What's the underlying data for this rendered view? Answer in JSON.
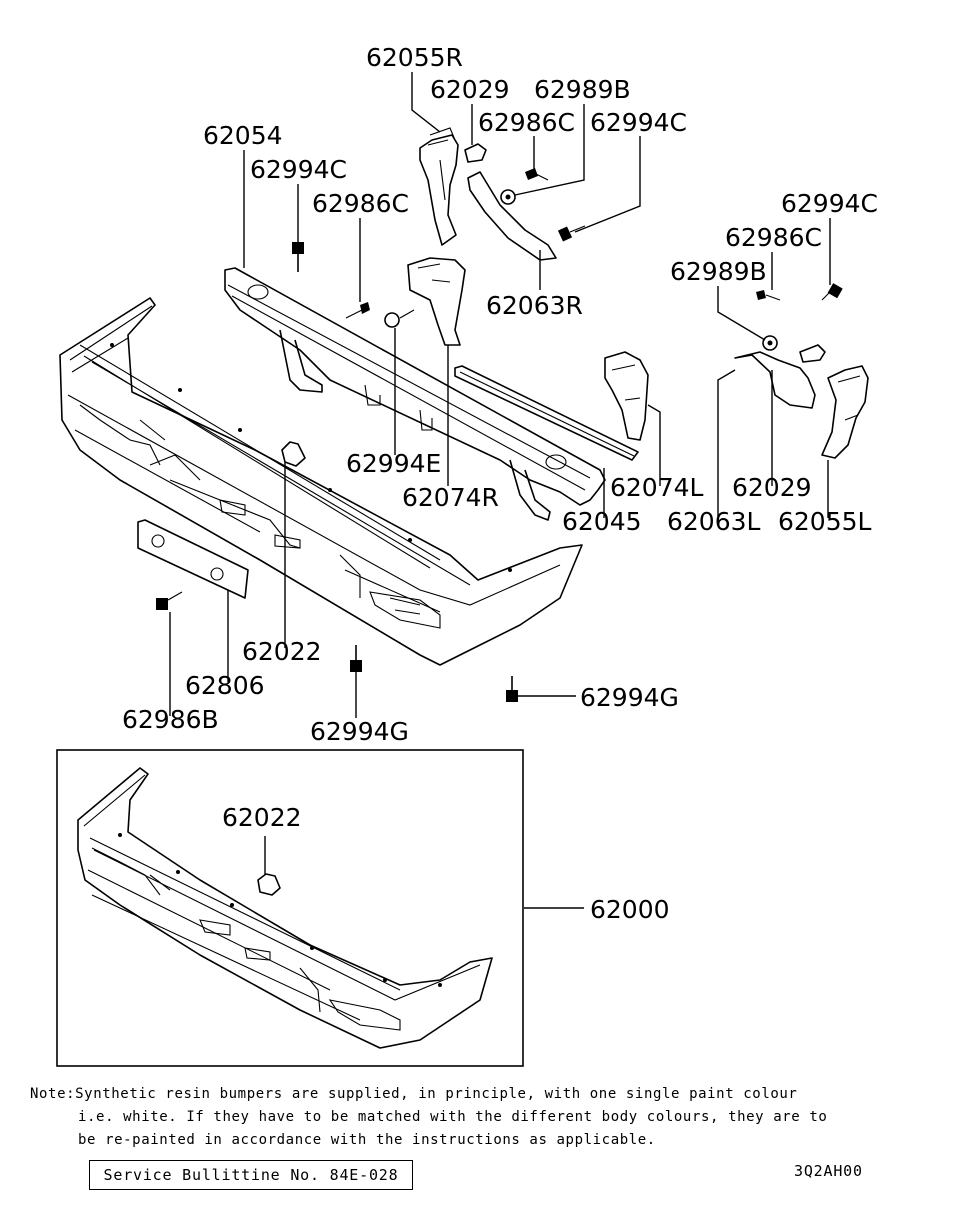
{
  "callouts": {
    "p62055R": "62055R",
    "p62029_top": "62029",
    "p62989B_top": "62989B",
    "p62986C_top": "62986C",
    "p62994C_top": "62994C",
    "p62054": "62054",
    "p62994C_left": "62994C",
    "p62986C_left": "62986C",
    "p62063R": "62063R",
    "p62994C_right": "62994C",
    "p62986C_right": "62986C",
    "p62989B_right": "62989B",
    "p62994E": "62994E",
    "p62074R": "62074R",
    "p62074L": "62074L",
    "p62029_right": "62029",
    "p62045": "62045",
    "p62063L": "62063L",
    "p62055L": "62055L",
    "p62022_top": "62022",
    "p62806": "62806",
    "p62986B": "62986B",
    "p62994G_center": "62994G",
    "p62994G_right": "62994G",
    "p62022_inset": "62022",
    "p62000": "62000"
  },
  "note": {
    "line1": "Note:Synthetic resin bumpers are supplied, in principle, with one single paint colour",
    "line2": "i.e. white. If they have to be matched with the different body colours, they are to",
    "line3": "be re-painted in accordance with the instructions as applicable."
  },
  "bulletin": "Service Bullittine No. 84E-028",
  "drawing_code": "3Q2AH00"
}
